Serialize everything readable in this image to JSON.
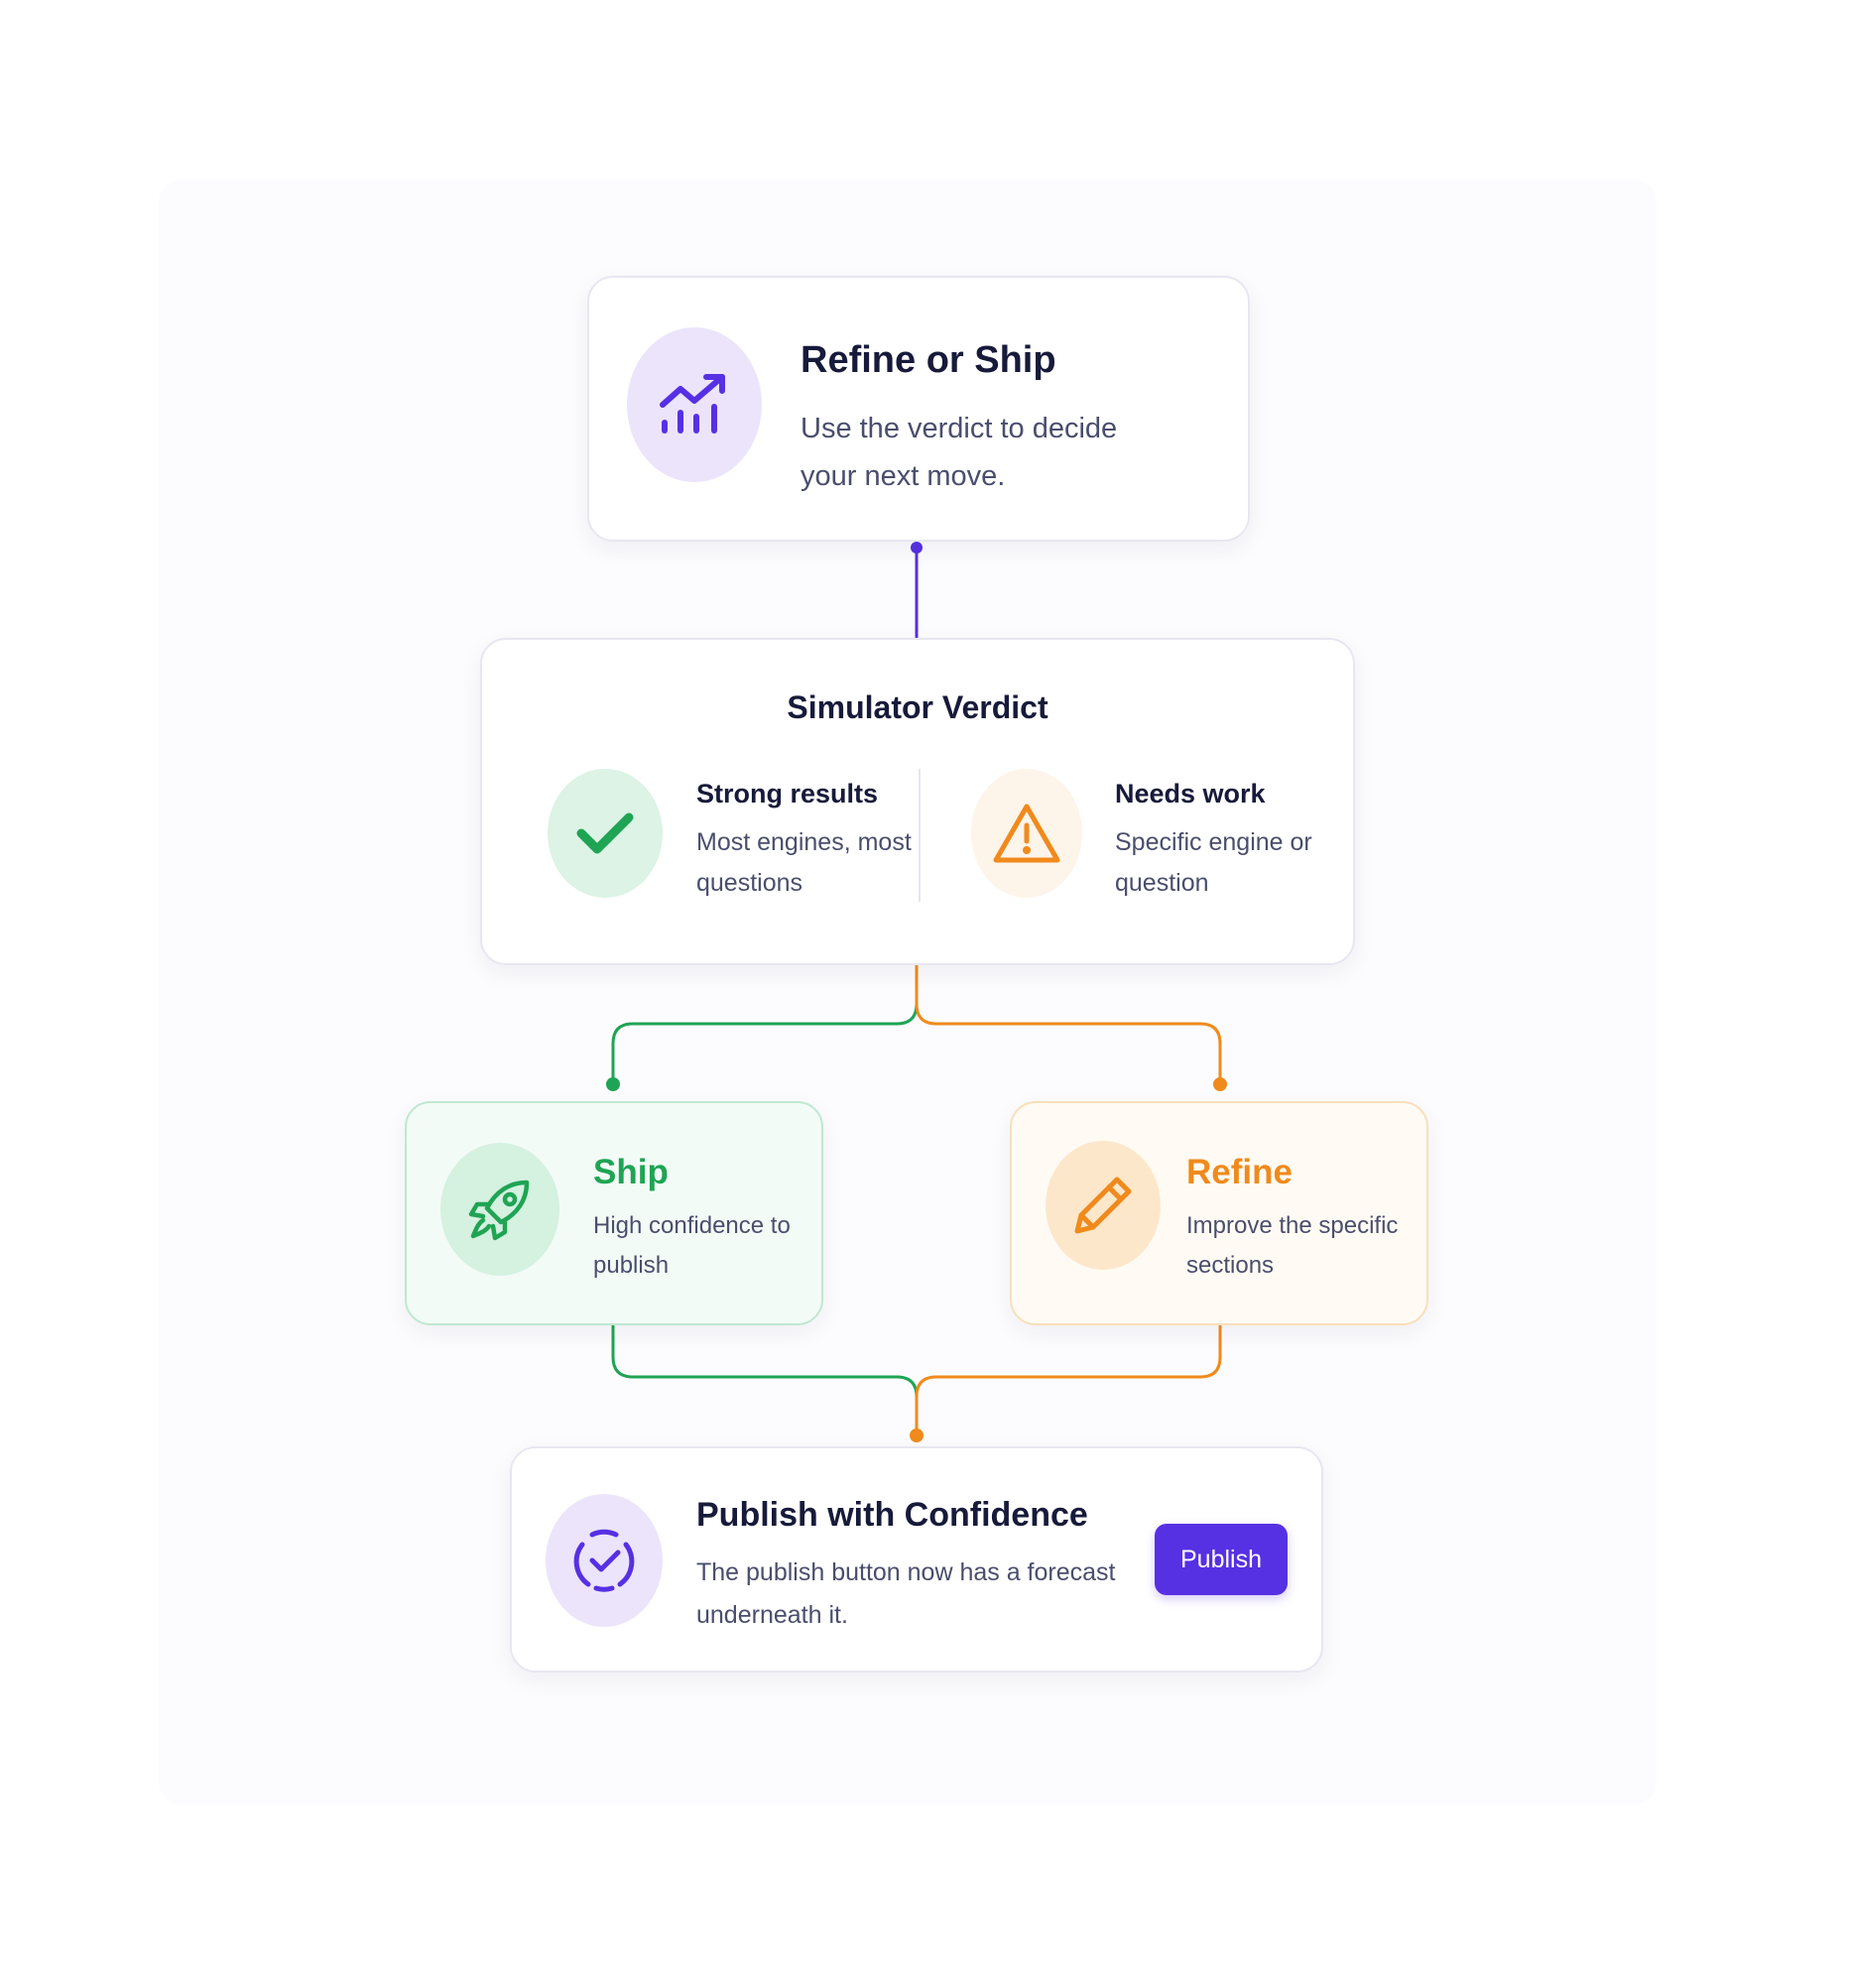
{
  "top_card": {
    "title": "Refine or Ship",
    "description": "Use the verdict to decide your next move.",
    "icon": "trending-chart-icon"
  },
  "verdict_card": {
    "title": "Simulator Verdict",
    "strong": {
      "title": "Strong results",
      "description": "Most engines, most questions",
      "icon": "check-icon"
    },
    "needs_work": {
      "title": "Needs work",
      "description": "Specific engine or question",
      "icon": "warning-icon"
    }
  },
  "ship_card": {
    "title": "Ship",
    "description": "High confidence to publish",
    "icon": "rocket-icon"
  },
  "refine_card": {
    "title": "Refine",
    "description": "Improve the specific sections",
    "icon": "pencil-icon"
  },
  "final_card": {
    "title": "Publish with Confidence",
    "description": "The publish button now has a forecast underneath it.",
    "button_label": "Publish",
    "icon": "check-circle-icon"
  },
  "colors": {
    "purple": "#5630e3",
    "green": "#1fa454",
    "orange": "#f08a1c"
  }
}
